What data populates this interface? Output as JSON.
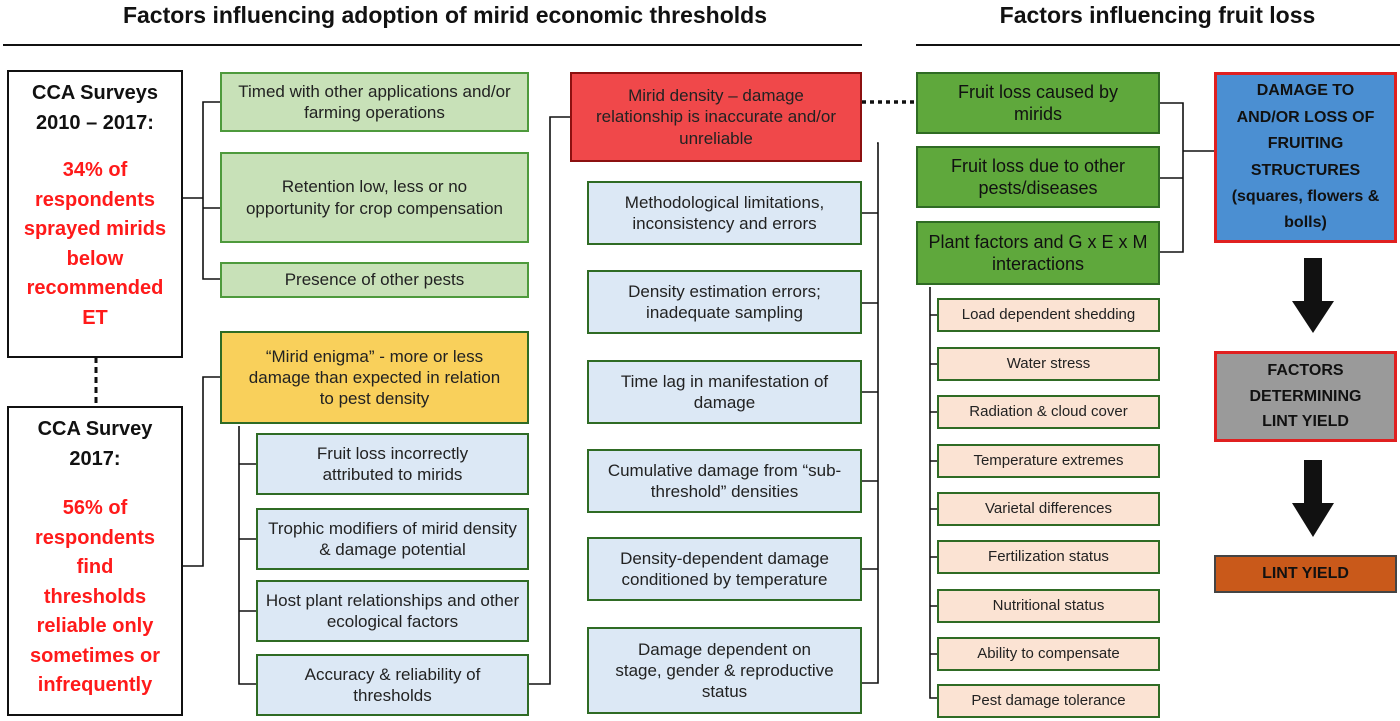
{
  "headers": {
    "left": "Factors influencing adoption of mirid economic thresholds",
    "right": "Factors influencing fruit loss"
  },
  "surveys": {
    "survey_a_title": [
      "CCA Surveys",
      "2010 – 2017:"
    ],
    "survey_a_result": [
      "34% of",
      "respondents",
      "sprayed mirids",
      "below",
      "recommended",
      "ET"
    ],
    "survey_b_title": [
      "CCA Survey",
      "2017:"
    ],
    "survey_b_result": [
      "56% of",
      "respondents",
      "find",
      "thresholds",
      "reliable only",
      "sometimes or",
      "infrequently"
    ]
  },
  "adoption_factors": {
    "timed": "Timed with other applications and/or farming operations",
    "retention": "Retention low, less or no opportunity for crop compensation",
    "other_pests": "Presence of other pests",
    "enigma": "“Mirid enigma” - more or less damage than expected in relation to pest density",
    "enigma_children": [
      "Fruit loss incorrectly attributed to mirids",
      "Trophic modifiers of mirid density & damage potential",
      "Host plant relationships and other ecological factors",
      "Accuracy & reliability of thresholds"
    ]
  },
  "density_damage": {
    "main": "Mirid density – damage relationship is inaccurate and/or unreliable",
    "children": [
      "Methodological limitations, inconsistency and errors",
      "Density estimation errors; inadequate sampling",
      "Time lag in manifestation of damage",
      "Cumulative damage from “sub-threshold” densities",
      "Density-dependent damage conditioned by temperature",
      "Damage dependent on stage, gender & reproductive status"
    ]
  },
  "fruit_loss": {
    "by_mirids": "Fruit loss caused by mirids",
    "other_pests": "Fruit loss due to other pests/diseases",
    "plant_factors": "Plant factors and G x E x M interactions",
    "plant_children": [
      "Load dependent shedding",
      "Water stress",
      "Radiation & cloud cover",
      "Temperature extremes",
      "Varietal differences",
      "Fertilization status",
      "Nutritional status",
      "Ability to compensate",
      "Pest damage tolerance"
    ]
  },
  "outcomes": {
    "damage": "DAMAGE TO AND/OR LOSS OF FRUITING STRUCTURES (squares, flowers & bolls)",
    "determining": "FACTORS DETERMINING LINT YIELD",
    "lint": "LINT YIELD"
  },
  "colors": {
    "light_green": "#c8e1b8",
    "dark_green": "#5fa83c",
    "light_blue": "#dce8f5",
    "yellow": "#f9d05b",
    "red": "#f0484a",
    "peach": "#fbe3d3",
    "blue": "#4b8fd2",
    "grey": "#9a9a9a",
    "orange": "#c9591a",
    "alert_text": "#ff1a1a"
  }
}
